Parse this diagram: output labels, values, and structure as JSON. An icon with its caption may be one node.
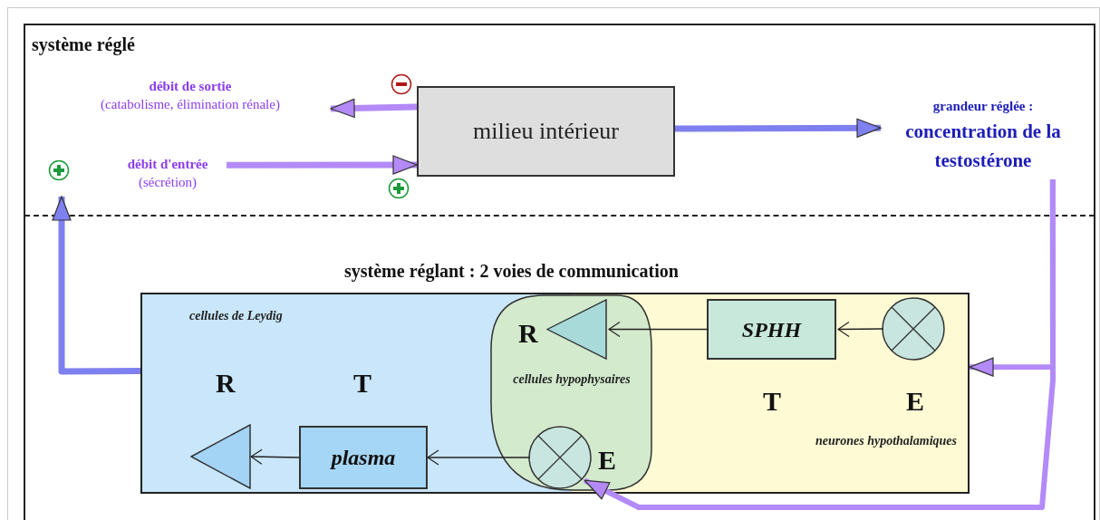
{
  "diagram": {
    "nodes": [
      {
        "text": [
          "débit de sortie",
          "(catabolisme, élimination rénale)"
        ]
      },
      {
        "text": [
          "débit d'entrée",
          "(sécrétion)"
        ]
      },
      {
        "text": [
          "milieu intérieur"
        ]
      },
      {
        "text": [
          "grandeur réglée :",
          "concentration de la testostérone"
        ]
      },
      {
        "text": [
          "cellules de Leydig"
        ]
      },
      {
        "text": [],
        "shape": "triangle",
        "in": 4
      },
      {
        "text": [
          "plasma"
        ],
        "in": 4
      },
      {
        "text": [
          "neurones hypothalamiques"
        ]
      },
      {
        "text": [
          "SPHH"
        ],
        "in": 7
      },
      {
        "text": [],
        "shape": "circle",
        "in": 7
      },
      {
        "text": [
          "cellules hypophysaires"
        ]
      },
      {
        "text": [],
        "shape": "triangle",
        "in": 10
      },
      {
        "text": [],
        "shape": "circle",
        "in": 10
      }
    ],
    "edges": [
      {
        "from": 2,
        "to": 0,
        "arrow": "to"
      },
      {
        "from": 1,
        "to": 2,
        "arrow": "to"
      },
      {
        "from": 2,
        "to": 3,
        "arrow": "to",
        "color": "#7f80f0"
      },
      {
        "from": 3,
        "to": 7,
        "arrow": "to"
      },
      {
        "from": 3,
        "to": 12,
        "arrow": "to"
      },
      {
        "from": 4,
        "to": 1,
        "arrow": "to",
        "color": "#7f80f0"
      },
      {
        "from": 9,
        "to": 8,
        "arrow": "to",
        "color": "#222222"
      },
      {
        "from": 8,
        "to": 11,
        "arrow": "to",
        "color": "#222222"
      },
      {
        "from": 12,
        "to": 6,
        "arrow": "to",
        "color": "#222222"
      },
      {
        "from": 6,
        "to": 5,
        "arrow": "to",
        "color": "#222222"
      }
    ],
    "labels": [
      "système réglé",
      "système réglant : 2 voies de communication",
      "R",
      "R",
      "T",
      "T",
      "E",
      "E"
    ]
  }
}
